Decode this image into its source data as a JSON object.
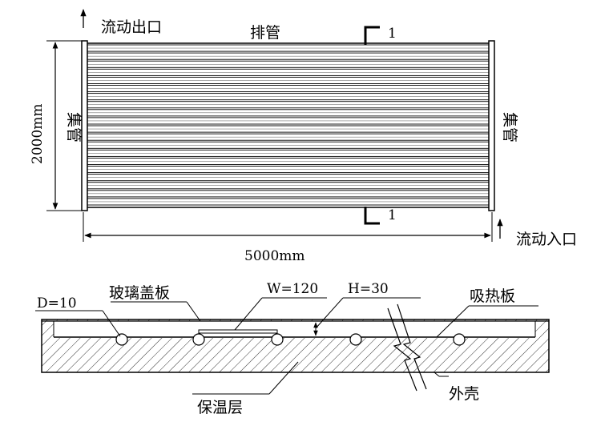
{
  "top_view": {
    "outlet_label": "流动出口",
    "inlet_label": "流动入口",
    "tubes_label": "排管",
    "header_left_label": "集管",
    "header_right_label": "集管",
    "section_mark_top": "1",
    "section_mark_bottom": "1",
    "height_dim": "2000mm",
    "width_dim": "5000mm",
    "tube_count": 20
  },
  "section_view": {
    "diameter_label": "D=10",
    "glass_cover_label": "玻璃盖板",
    "width_label": "W=120",
    "height_label": "H=30",
    "absorber_label": "吸热板",
    "insulation_label": "保温层",
    "shell_label": "外壳",
    "tube_count": 5
  }
}
